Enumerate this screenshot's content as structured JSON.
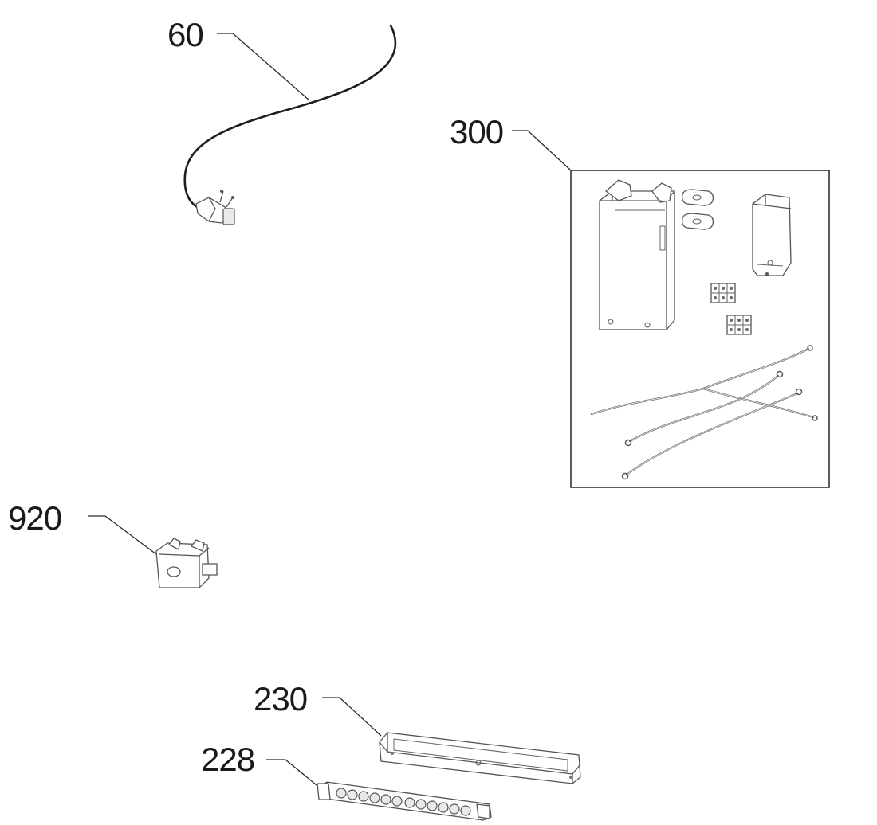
{
  "parts": [
    {
      "id": "p60",
      "label": "60",
      "description_icon": "power-cord-plug-icon"
    },
    {
      "id": "p300",
      "label": "300",
      "description_icon": "connection-kit-icon"
    },
    {
      "id": "p920",
      "label": "920",
      "description_icon": "relay-block-icon"
    },
    {
      "id": "p230",
      "label": "230",
      "description_icon": "control-panel-frame-icon"
    },
    {
      "id": "p228",
      "label": "228",
      "description_icon": "button-strip-icon"
    }
  ],
  "colors": {
    "line": "#555555",
    "text": "#1a1a1a",
    "background": "#ffffff"
  }
}
